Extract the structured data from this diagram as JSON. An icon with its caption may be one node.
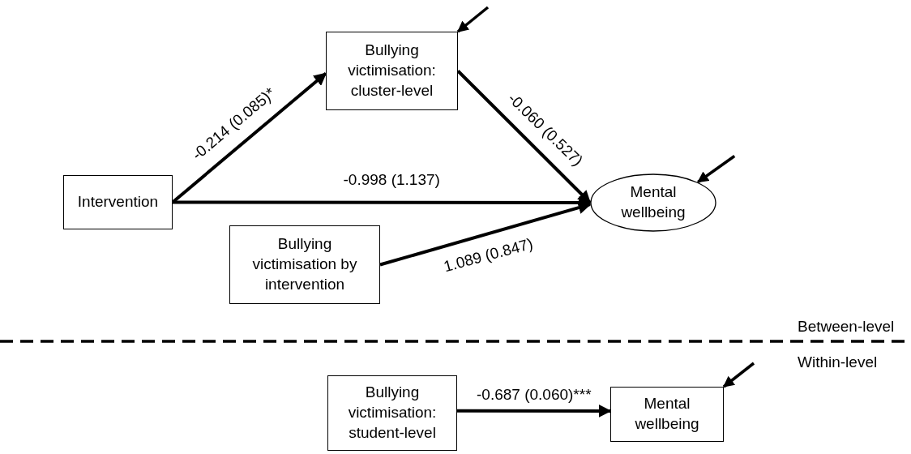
{
  "diagram": {
    "nodes": [
      {
        "text": [
          "Intervention"
        ]
      },
      {
        "text": [
          "Bullying victimisation: cluster-level"
        ]
      },
      {
        "text": [
          "Mental wellbeing"
        ]
      },
      {
        "text": [
          "Bullying victimisation by intervention"
        ]
      },
      {
        "text": [
          "Bullying victimisation: student-level"
        ]
      },
      {
        "text": [
          "Mental wellbeing"
        ]
      }
    ],
    "edges": [
      {
        "from": 0,
        "to": 1,
        "arrow": "to",
        "label": "-0.214 (0.085)*"
      },
      {
        "from": 1,
        "to": 2,
        "arrow": "to",
        "label": "-0.060 (0.527)"
      },
      {
        "from": 0,
        "to": 2,
        "arrow": "to",
        "label": "-0.998 (1.137)"
      },
      {
        "from": 3,
        "to": 2,
        "arrow": "to",
        "label": "1.089 (0.847)"
      },
      {
        "from": null,
        "to": 1,
        "arrow": "to"
      },
      {
        "from": null,
        "to": 2,
        "arrow": "to"
      },
      {
        "from": 4,
        "to": 5,
        "arrow": "to",
        "label": "-0.687 (0.060)***"
      },
      {
        "from": null,
        "to": 5,
        "arrow": "to"
      }
    ],
    "labels": [
      "Between-level",
      "Within-level"
    ]
  }
}
